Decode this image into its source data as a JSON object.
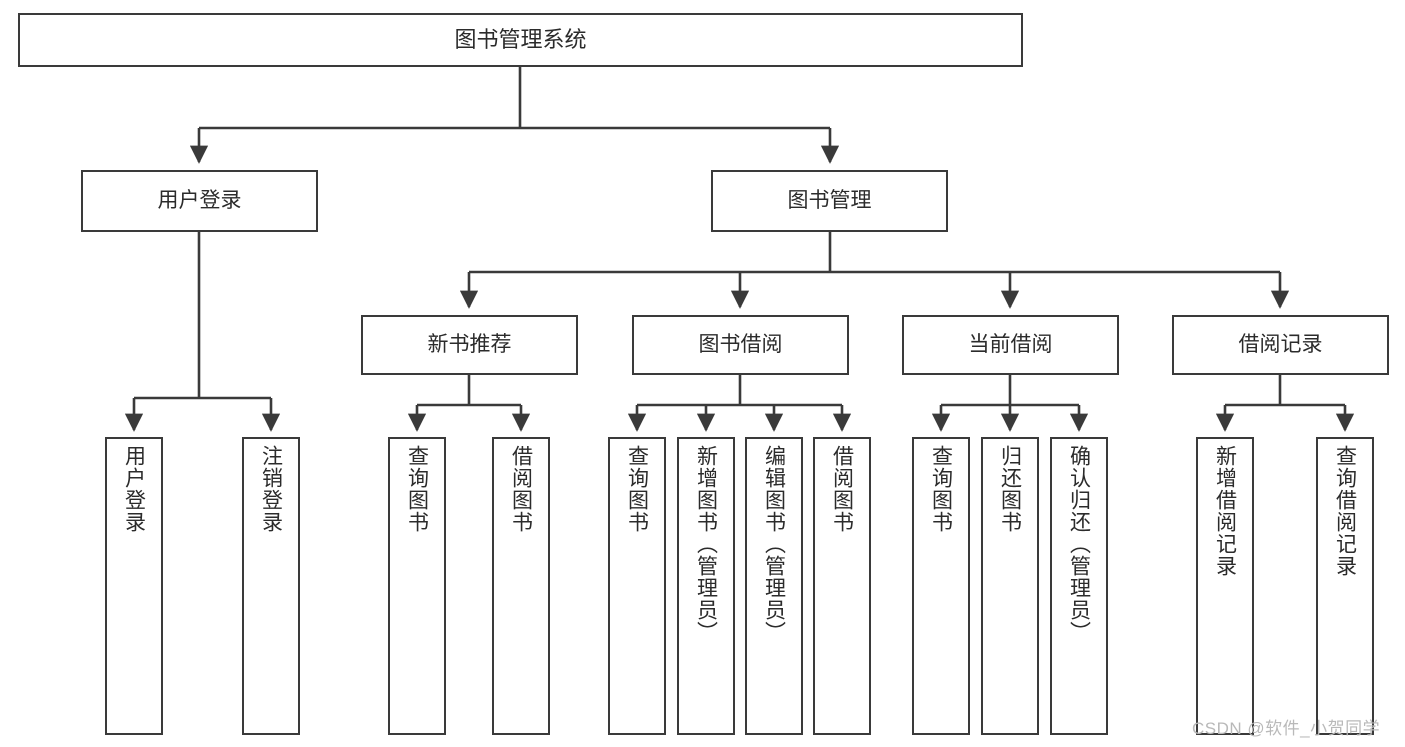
{
  "diagram": {
    "type": "hierarchy-tree",
    "title": "图书管理系统",
    "watermark": "CSDN @软件_小贺同学",
    "colors": {
      "stroke": "#3a3a3a",
      "fill": "#ffffff",
      "text": "#2b2b2b",
      "watermark": "#b9b9b9"
    },
    "nodes": {
      "root": {
        "label": "图书管理系统"
      },
      "level1": [
        {
          "id": "user-login",
          "label": "用户登录"
        },
        {
          "id": "book-management",
          "label": "图书管理"
        }
      ],
      "level2": [
        {
          "id": "new-book-recommend",
          "label": "新书推荐"
        },
        {
          "id": "book-borrow",
          "label": "图书借阅"
        },
        {
          "id": "current-borrow",
          "label": "当前借阅"
        },
        {
          "id": "borrow-record",
          "label": "借阅记录"
        }
      ],
      "leaves": {
        "user-login": [
          {
            "id": "leaf-user-login",
            "label": "用户登录"
          },
          {
            "id": "leaf-logout-login",
            "label": "注销登录"
          }
        ],
        "new-book-recommend": [
          {
            "id": "leaf-query-book-1",
            "label": "查询图书"
          },
          {
            "id": "leaf-borrow-book-1",
            "label": "借阅图书"
          }
        ],
        "book-borrow": [
          {
            "id": "leaf-query-book-2",
            "label": "查询图书"
          },
          {
            "id": "leaf-add-book",
            "label": "新增图书（管理员）"
          },
          {
            "id": "leaf-edit-book",
            "label": "编辑图书（管理员）"
          },
          {
            "id": "leaf-borrow-book-2",
            "label": "借阅图书"
          }
        ],
        "current-borrow": [
          {
            "id": "leaf-query-book-3",
            "label": "查询图书"
          },
          {
            "id": "leaf-return-book",
            "label": "归还图书"
          },
          {
            "id": "leaf-confirm-return",
            "label": "确认归还（管理员）"
          }
        ],
        "borrow-record": [
          {
            "id": "leaf-add-record",
            "label": "新增借阅记录"
          },
          {
            "id": "leaf-query-record",
            "label": "查询借阅记录"
          }
        ]
      }
    }
  }
}
